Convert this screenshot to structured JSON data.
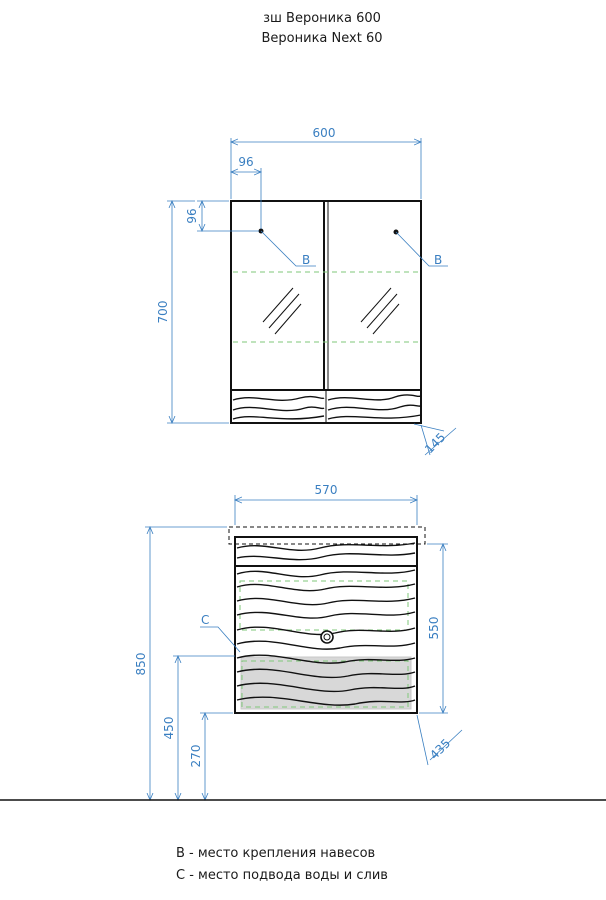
{
  "titles": {
    "line1": "зш Вероника 600",
    "line2": "Вероника Next 60"
  },
  "cabinet": {
    "width": "600",
    "offset_x": "96",
    "offset_y": "96",
    "height": "700",
    "depth": "145",
    "mount_label_left": "B",
    "mount_label_right": "B"
  },
  "vanity": {
    "width": "570",
    "height_total": "850",
    "height_front": "550",
    "supply_height": "450",
    "drain_height": "270",
    "depth": "435",
    "supply_label": "C"
  },
  "legend": {
    "b": "B - место крепления навесов",
    "c": "C - место подвода воды и слив"
  },
  "colors": {
    "dimension": "#3a7fc1",
    "guide": "#7fc77a",
    "outline": "#111111"
  }
}
